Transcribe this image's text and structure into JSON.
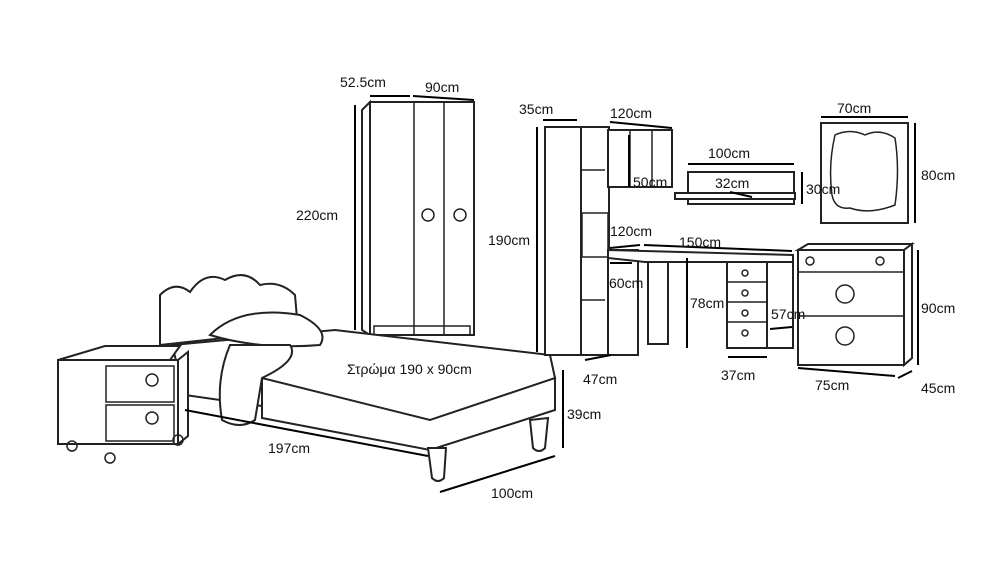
{
  "labels": {
    "wardrobe_depth": "52.5cm",
    "wardrobe_width": "90cm",
    "wardrobe_height": "220cm",
    "bookcase_depth": "35cm",
    "wall_cabinet_width": "120cm",
    "shelf_width": "100cm",
    "mirror_width": "70cm",
    "mirror_height": "80cm",
    "wall_cabinet_height": "50cm",
    "shelf_depth": "32cm",
    "shelf_height": "30cm",
    "bookcase_height": "190cm",
    "desk_side_width": "120cm",
    "desk_width": "150cm",
    "desk_side_depth": "60cm",
    "desk_height": "78cm",
    "desk_depth": "57cm",
    "dresser_height": "90cm",
    "mattress": "Στρώμα 190 x 90cm",
    "bookcase_width": "47cm",
    "drawer_unit_width": "37cm",
    "dresser_width": "75cm",
    "dresser_depth": "45cm",
    "bed_height": "39cm",
    "bed_length": "197cm",
    "bed_width": "100cm"
  }
}
